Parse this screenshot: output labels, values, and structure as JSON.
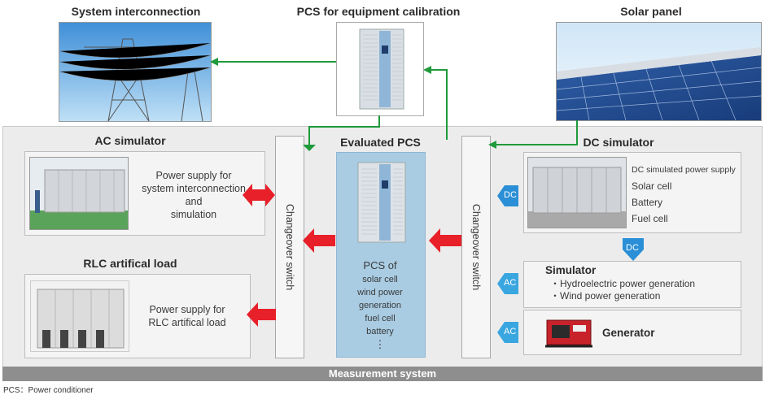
{
  "top": {
    "system_interconnection": "System interconnection",
    "pcs_calibration": "PCS for equipment calibration",
    "solar_panel": "Solar panel"
  },
  "ac_simulator": {
    "title": "AC simulator",
    "desc_lines": [
      "Power supply for",
      "system interconnection",
      "and",
      "simulation"
    ]
  },
  "rlc_load": {
    "title": "RLC artifical load",
    "desc_lines": [
      "Power supply for",
      "RLC artifical load"
    ]
  },
  "changeover_left": "Changeover switch",
  "changeover_right": "Changeover switch",
  "evaluated_pcs": {
    "title": "Evaluated PCS",
    "lines": [
      "PCS of",
      "solar cell",
      "wind power generation",
      "fuel cell",
      "battery",
      "⋮"
    ]
  },
  "dc_simulator": {
    "title": "DC simulator",
    "lines": [
      "DC simulated power supply",
      "Solar cell",
      "Battery",
      "Fuel cell"
    ]
  },
  "simulator": {
    "title": "Simulator",
    "items": [
      "・Hydroelectric power generation",
      "・Wind power generation"
    ]
  },
  "generator": "Generator",
  "badges": {
    "dc1": "DC",
    "dc2": "DC",
    "ac1": "AC",
    "ac2": "AC"
  },
  "measurement_system": "Measurement system",
  "footnote": "PCS：Power conditioner",
  "colors": {
    "red_arrow": "#e8202a",
    "green_arrow": "#1f9a3b",
    "blue_badge": "#2a8fd6",
    "pcs_panel": "#a9cce3"
  }
}
